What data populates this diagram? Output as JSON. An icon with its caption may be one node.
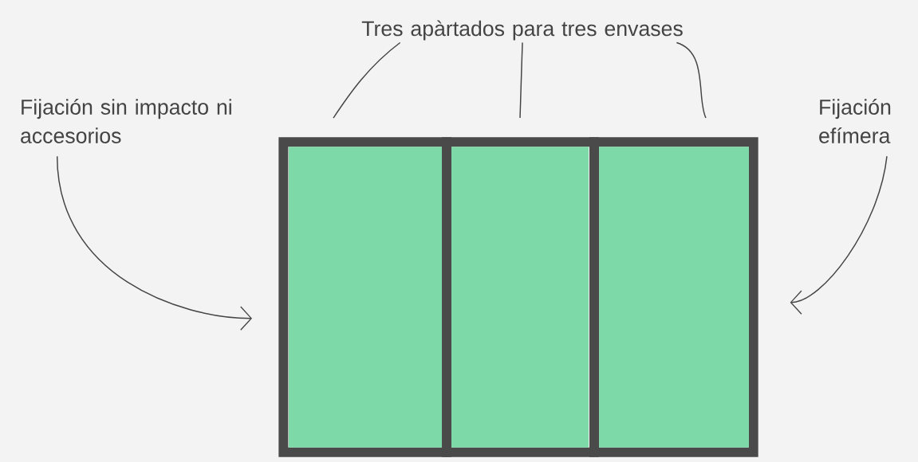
{
  "diagram": {
    "nodes": [
      {
        "text": [
          "Tres apàrtados para tres envases"
        ]
      },
      {
        "text": [
          "Fijación sin impacto ni accesorios"
        ]
      },
      {
        "text": [
          "Fijación efímera"
        ]
      },
      {
        "text": [],
        "shape": "box"
      },
      {
        "text": [],
        "shape": "box",
        "in": 3
      },
      {
        "text": [],
        "shape": "box",
        "in": 3
      },
      {
        "text": [],
        "shape": "box",
        "in": 3
      }
    ],
    "edges": [
      {
        "from": 0,
        "to": 4,
        "arrow": "none"
      },
      {
        "from": 0,
        "to": 5,
        "arrow": "none"
      },
      {
        "from": 0,
        "to": 6,
        "arrow": "none"
      },
      {
        "from": 1,
        "to": 3,
        "arrow": "to"
      },
      {
        "from": 2,
        "to": 3,
        "arrow": "to"
      }
    ]
  }
}
